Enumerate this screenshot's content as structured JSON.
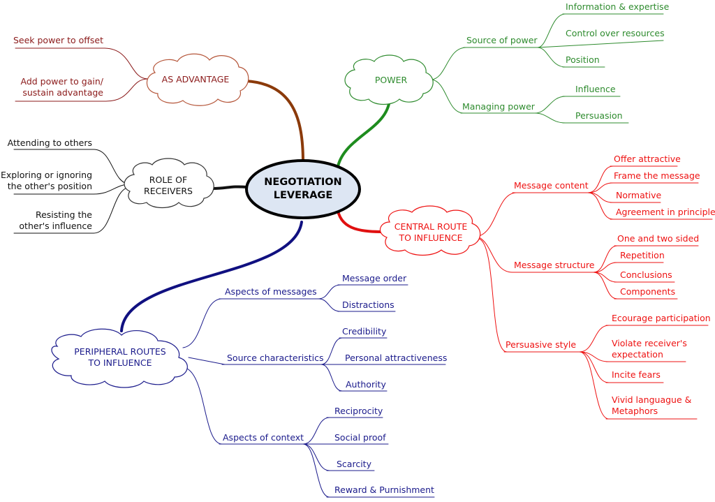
{
  "center": {
    "line1": "NEGOTIATION",
    "line2": "LEVERAGE"
  },
  "colors": {
    "advantage": "#8b1a1a",
    "power": "#2e8b2e",
    "central": "#ee1111",
    "peripheral": "#1a1a8b",
    "receivers": "#111111",
    "center_fill": "#dde6f3"
  },
  "advantage": {
    "label": "AS ADVANTAGE",
    "children": {
      "seek": "Seek power to offset",
      "add_line1": "Add power to gain/",
      "add_line2": "sustain advantage"
    }
  },
  "power": {
    "label": "POWER",
    "source": {
      "label": "Source of power",
      "children": [
        "Information & expertise",
        "Control over resources",
        "Position"
      ]
    },
    "managing": {
      "label": "Managing power",
      "children": [
        "Influence",
        "Persuasion"
      ]
    }
  },
  "receivers": {
    "label_line1": "ROLE OF",
    "label_line2": "RECEIVERS",
    "children": {
      "attending": "Attending to others",
      "exploring_line1": "Exploring or ignoring",
      "exploring_line2": "the other's position",
      "resisting_line1": "Resisting the",
      "resisting_line2": "other's influence"
    }
  },
  "central": {
    "label_line1": "CENTRAL ROUTE",
    "label_line2": "TO INFLUENCE",
    "content": {
      "label": "Message content",
      "children": [
        "Offer attractive",
        "Frame the message",
        "Normative",
        "Agreement in principle"
      ]
    },
    "structure": {
      "label": "Message structure",
      "children": [
        "One and two sided",
        "Repetition",
        "Conclusions",
        "Components"
      ]
    },
    "style": {
      "label": "Persuasive style",
      "children": {
        "participation": "Ecourage participation",
        "violate_line1": "Violate receiver's",
        "violate_line2": "expectation",
        "fears": "Incite fears",
        "vivid_line1": "Vivid languague &",
        "vivid_line2": "Metaphors"
      }
    }
  },
  "peripheral": {
    "label_line1": "PERIPHERAL ROUTES",
    "label_line2": "TO INFLUENCE",
    "messages": {
      "label": "Aspects of messages",
      "children": [
        "Message order",
        "Distractions"
      ]
    },
    "source": {
      "label": "Source characteristics",
      "children": [
        "Credibility",
        "Personal attractiveness",
        "Authority"
      ]
    },
    "context": {
      "label": "Aspects of context",
      "children": [
        "Reciprocity",
        "Social proof",
        "Scarcity",
        "Reward & Purnishment"
      ]
    }
  }
}
